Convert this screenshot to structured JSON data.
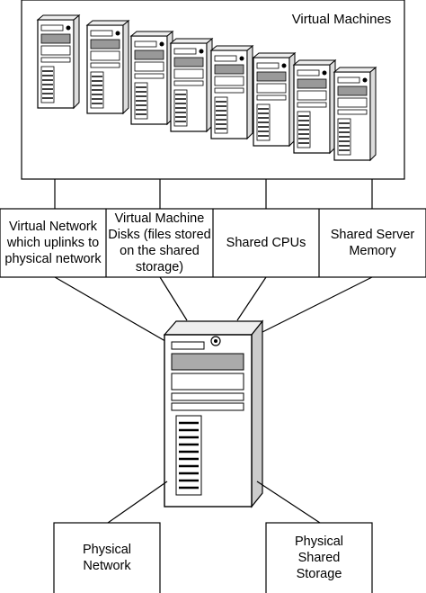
{
  "virtual_machines": {
    "title": "Virtual Machines",
    "count": 8
  },
  "resources": [
    {
      "label": "Virtual Network\nwhich uplinks to\nphysical network"
    },
    {
      "label": "Virtual Machine\nDisks (files stored\non the shared\nstorage)"
    },
    {
      "label": "Shared CPUs"
    },
    {
      "label": "Shared Server\nMemory"
    }
  ],
  "physical": {
    "network": {
      "label": "Physical\nNetwork"
    },
    "storage": {
      "label": "Physical\nShared\nStorage"
    }
  }
}
